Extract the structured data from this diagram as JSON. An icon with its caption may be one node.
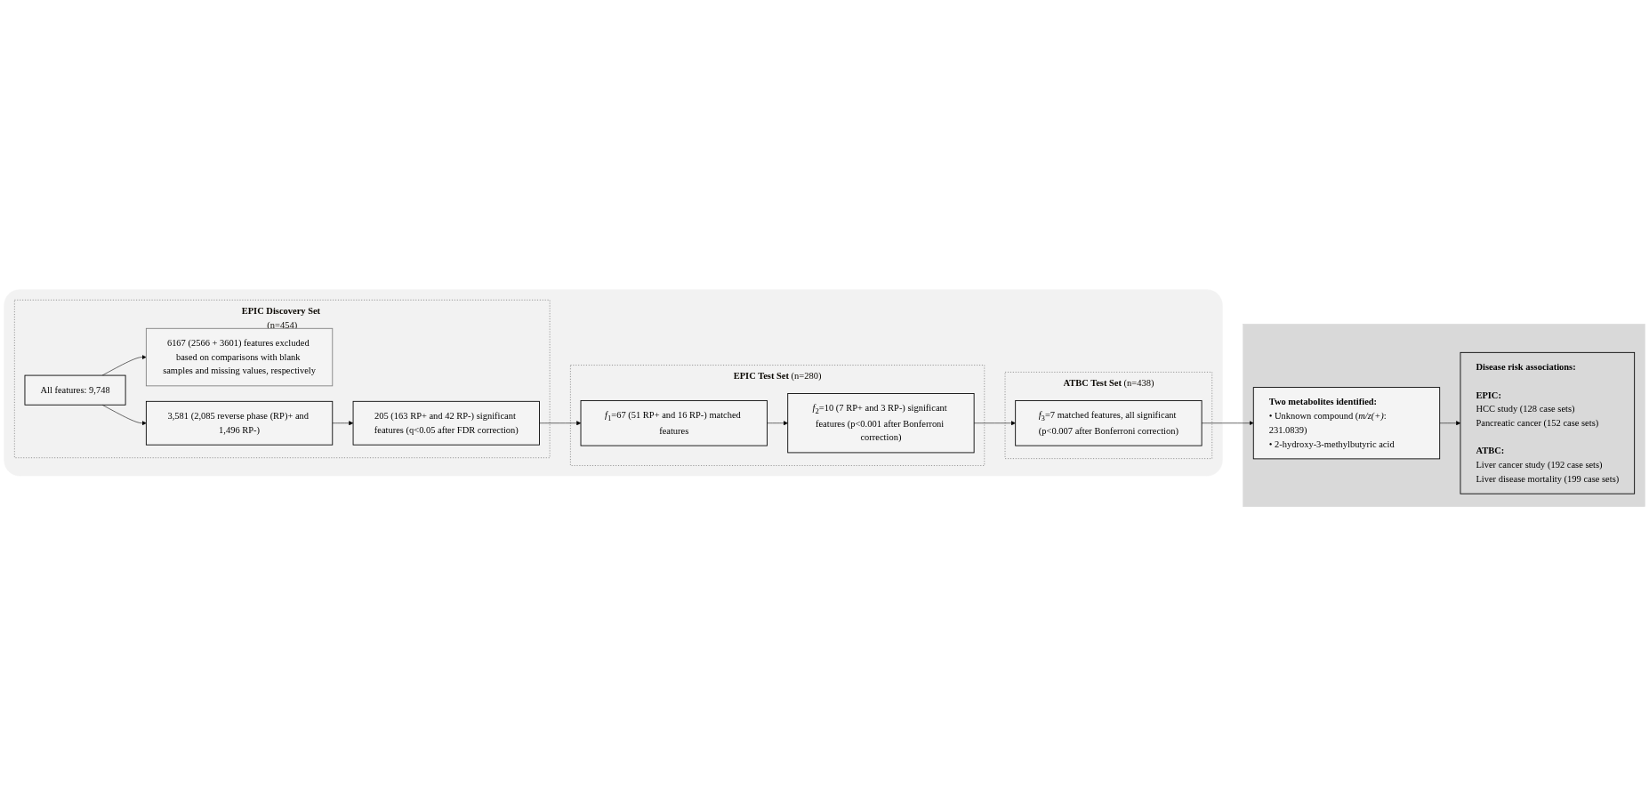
{
  "diagram": {
    "nodes": [
      {
        "text": [],
        "shape": "box"
      },
      {
        "text": [
          "**EPIC Discovery Set** (n=454)"
        ],
        "in": 0
      },
      {
        "text": [
          "All features: 9,748"
        ],
        "in": 1
      },
      {
        "text": [
          "6167 (2566 + 3601) features excluded based on comparisons with blank samples and missing values, respectively"
        ],
        "in": 1
      },
      {
        "text": [
          "3,581 (2,085 reverse phase (RP)+ and 1,496 RP-)"
        ],
        "in": 1
      },
      {
        "text": [
          "205 (163 RP+ and 42 RP-) significant features (q<0.05 after FDR correction)"
        ],
        "in": 1
      },
      {
        "text": [
          "**EPIC Test Set** (n=280)"
        ],
        "in": 0
      },
      {
        "text": [
          "*f*$_{1}$=67 (51 RP+ and 16 RP-) matched features"
        ],
        "in": 6
      },
      {
        "text": [
          "*f*$_{2}$=10 (7 RP+ and 3 RP-) significant features (p<0.001 after Bonferroni correction)"
        ],
        "in": 6
      },
      {
        "text": [
          "**ATBC Test Set** (n=438)"
        ],
        "in": 0
      },
      {
        "text": [
          "*f*$_{3}$=7 matched features, all significant (p<0.007 after Bonferroni correction)"
        ],
        "in": 9
      },
      {
        "text": [],
        "shape": "box"
      },
      {
        "text": [
          "Two metabolites identified:",
          "• Unknown compound (*m/z(+)*: 231.0839)",
          "• 2-hydroxy-3-methylbutyric acid"
        ],
        "in": 11
      },
      {
        "text": [
          "Disease risk associations:",
          "EPIC:",
          "HCC study (128 case sets)",
          "Pancreatic cancer (152 case sets)",
          "ATBC:",
          "Liver cancer study (192 case sets)",
          "Liver disease mortality (199 case sets)"
        ],
        "in": 11
      }
    ],
    "edges": [
      {
        "from": 2,
        "to": 3,
        "arrow": "to"
      },
      {
        "from": 2,
        "to": 4,
        "arrow": "to"
      },
      {
        "from": 4,
        "to": 5,
        "arrow": "to"
      },
      {
        "from": 5,
        "to": 7,
        "arrow": "to"
      },
      {
        "from": 7,
        "to": 8,
        "arrow": "to"
      },
      {
        "from": 8,
        "to": 10,
        "arrow": "to"
      },
      {
        "from": 10,
        "to": 12,
        "arrow": "to"
      },
      {
        "from": 12,
        "to": 13,
        "arrow": "to"
      }
    ]
  }
}
